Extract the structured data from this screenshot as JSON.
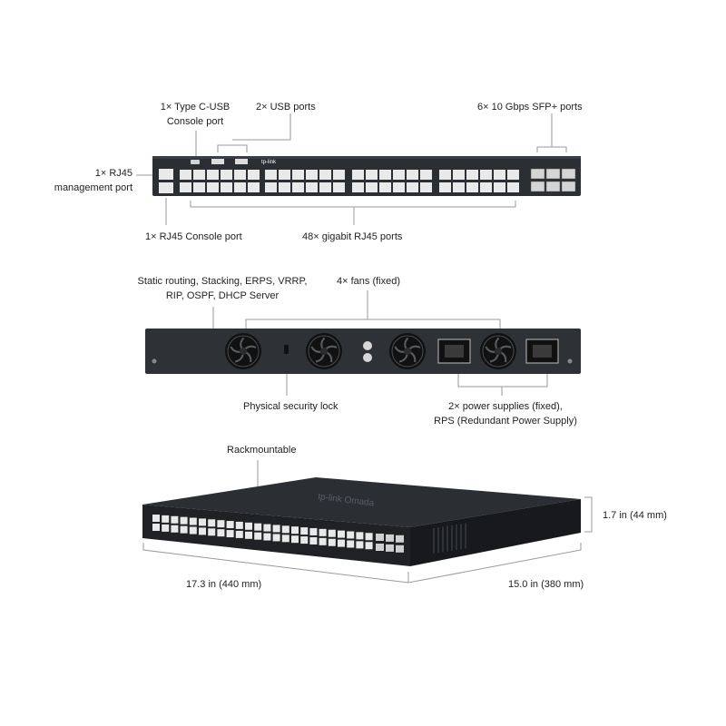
{
  "front_panel": {
    "labels": {
      "type_c_console": [
        "1× Type C-USB",
        "Console port"
      ],
      "usb_ports": "2× USB ports",
      "sfp_ports": "6× 10 Gbps SFP+ ports",
      "rj45_mgmt": [
        "1× RJ45",
        "management port"
      ],
      "rj45_console": "1× RJ45 Console port",
      "rj45_gigabit": "48× gigabit RJ45 ports"
    },
    "brand_logo_text": "tp-link",
    "port_count_rj45": 48,
    "port_count_sfp": 6
  },
  "rear_panel": {
    "labels": {
      "features": [
        "Static routing, Stacking, ERPS, VRRP,",
        "RIP, OSPF, DHCP Server"
      ],
      "fans": "4× fans (fixed)",
      "security_lock": "Physical security lock",
      "power_supplies": [
        "2× power supplies (fixed),",
        "RPS (Redundant Power Supply)"
      ]
    },
    "fan_count": 4,
    "psu_count": 2
  },
  "angled_view": {
    "labels": {
      "rackmountable": "Rackmountable",
      "height": "1.7 in (44 mm)",
      "width": "17.3 in (440 mm)",
      "depth": "15.0 in (380 mm)"
    },
    "top_logo_text": "tp-link Omada"
  },
  "colors": {
    "chassis": "#2b2e33",
    "chassis_dark": "#1c1e22",
    "port_face": "#e9e9e9",
    "leader_line": "#9a9a9a"
  }
}
